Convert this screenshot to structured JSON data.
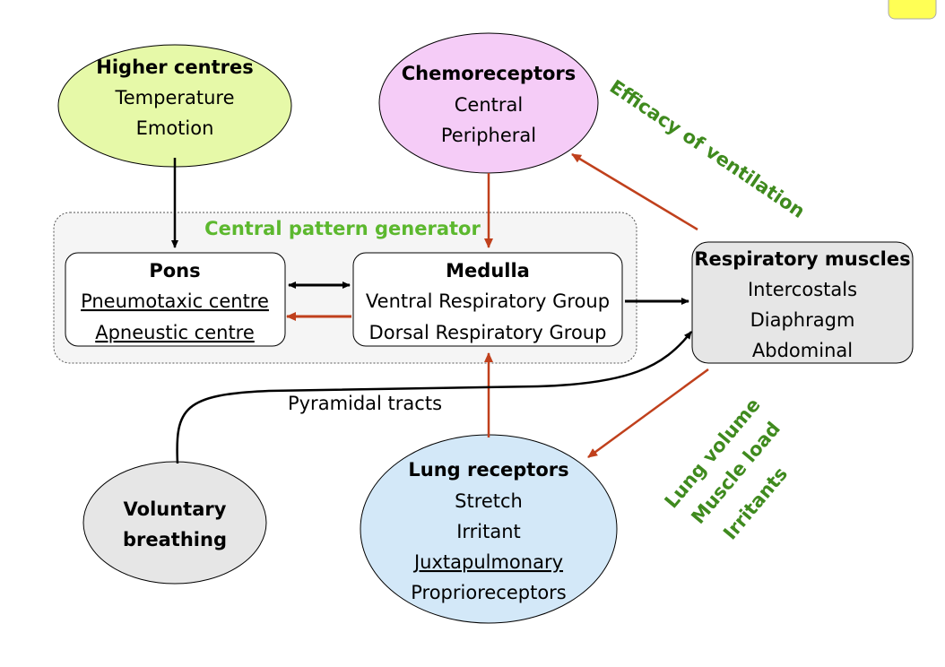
{
  "colors": {
    "black_arrow": "#000000",
    "red_arrow": "#c0401c",
    "green_text": "#3f8a1e",
    "higher": "#e6f9a8",
    "chemo": "#f5ccf7",
    "lung": "#d3e8f8",
    "voluntary": "#e6e6e6",
    "muscles": "#e6e6e6",
    "sticky": "#ffff55"
  },
  "higher": {
    "title": "Higher centres",
    "items": [
      "Temperature",
      "Emotion"
    ]
  },
  "chemo": {
    "title": "Chemoreceptors",
    "items": [
      "Central",
      "Peripheral"
    ]
  },
  "cpg": {
    "label": "Central pattern generator"
  },
  "pons": {
    "title": "Pons",
    "items": [
      "Pneumotaxic centre",
      "Apneustic centre"
    ]
  },
  "medulla": {
    "title": "Medulla",
    "items": [
      "Ventral Respiratory Group",
      "Dorsal Respiratory Group"
    ]
  },
  "muscles": {
    "title": "Respiratory muscles",
    "items": [
      "Intercostals",
      "Diaphragm",
      "Abdominal"
    ]
  },
  "lung": {
    "title": "Lung receptors",
    "items": [
      "Stretch",
      "Irritant",
      "Juxtapulmonary",
      "Proprioreceptors"
    ]
  },
  "voluntary": {
    "title_line1": "Voluntary",
    "title_line2": "breathing"
  },
  "labels": {
    "pyramidal": "Pyramidal tracts",
    "efficacy": "Efficacy of ventilation",
    "feedback": [
      "Lung volume",
      "Muscle load",
      "Irritants"
    ]
  }
}
